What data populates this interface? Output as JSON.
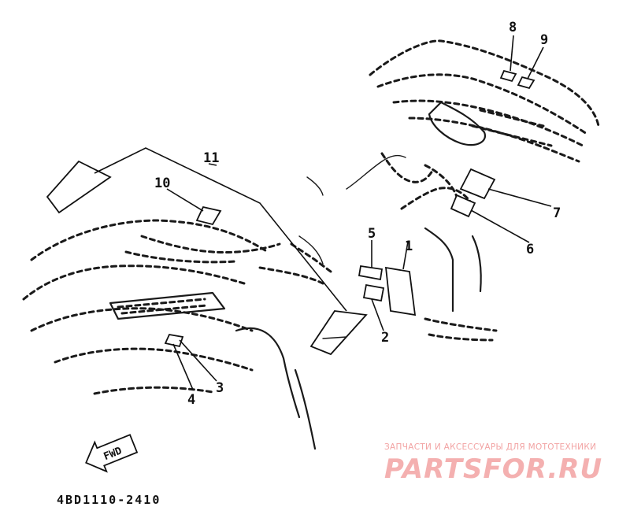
{
  "diagram": {
    "code": "4BD1110-2410",
    "fwd_label": "FWD",
    "callouts": [
      {
        "id": "1",
        "text": "1"
      },
      {
        "id": "2",
        "text": "2"
      },
      {
        "id": "3",
        "text": "3"
      },
      {
        "id": "4",
        "text": "4"
      },
      {
        "id": "5",
        "text": "5"
      },
      {
        "id": "6",
        "text": "6"
      },
      {
        "id": "7",
        "text": "7"
      },
      {
        "id": "8",
        "text": "8"
      },
      {
        "id": "9",
        "text": "9"
      },
      {
        "id": "10",
        "text": "10"
      },
      {
        "id": "11",
        "text": "11"
      }
    ]
  },
  "watermark": {
    "tagline": "ЗАПЧАСТИ И АКСЕССУАРЫ ДЛЯ МОТОТЕХНИКИ",
    "brand": "PARTSFOR.RU",
    "color": "#f4b0b0"
  }
}
